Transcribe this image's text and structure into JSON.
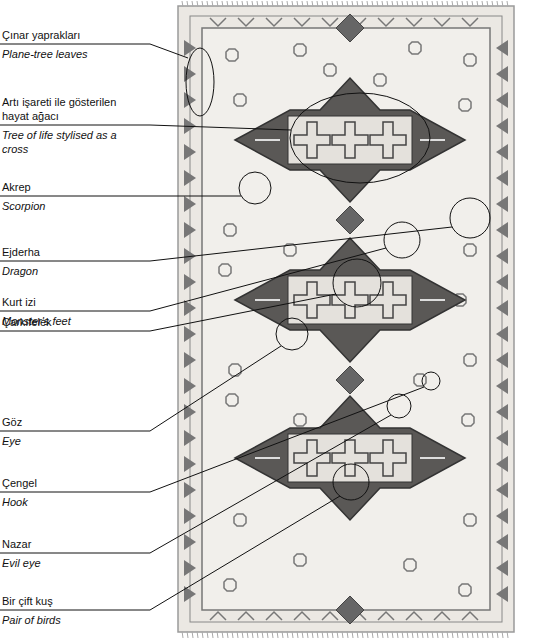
{
  "diagram": {
    "labels": [
      "Çınar yaprakları",
      "Plane-tree leaves",
      "Artı işareti ile gösterilen hayat ağacı",
      "Tree of life stylised as a cross",
      "Akrep",
      "Scorpion",
      "Ejderha",
      "Dragon",
      "Kurt izi",
      "Monster's feet",
      "Çarkıfelek",
      "Göz",
      "Eye",
      "Çengel",
      "Hook",
      "Nazar",
      "Evil eye",
      "Bir çift kuş",
      "Pair of birds"
    ]
  }
}
